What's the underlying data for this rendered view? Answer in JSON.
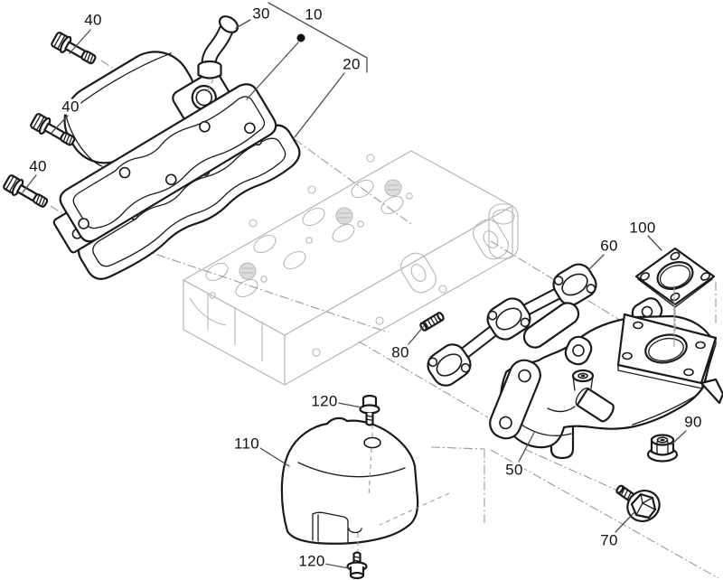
{
  "colors": {
    "ink": "#1a1a1a",
    "ghost_lines": "#b6b6b6",
    "construction_lines": "#9a9a9a",
    "leader_lines": "#4d4d4d",
    "background": "#ffffff"
  },
  "callouts": {
    "c40_top": "40",
    "c30": "30",
    "c10": "10",
    "c20": "20",
    "c40_mid": "40",
    "c40_bot": "40",
    "c100": "100",
    "c60": "60",
    "c80": "80",
    "c120_top": "120",
    "c110": "110",
    "c50": "50",
    "c90": "90",
    "c70": "70",
    "c120_bot": "120"
  }
}
